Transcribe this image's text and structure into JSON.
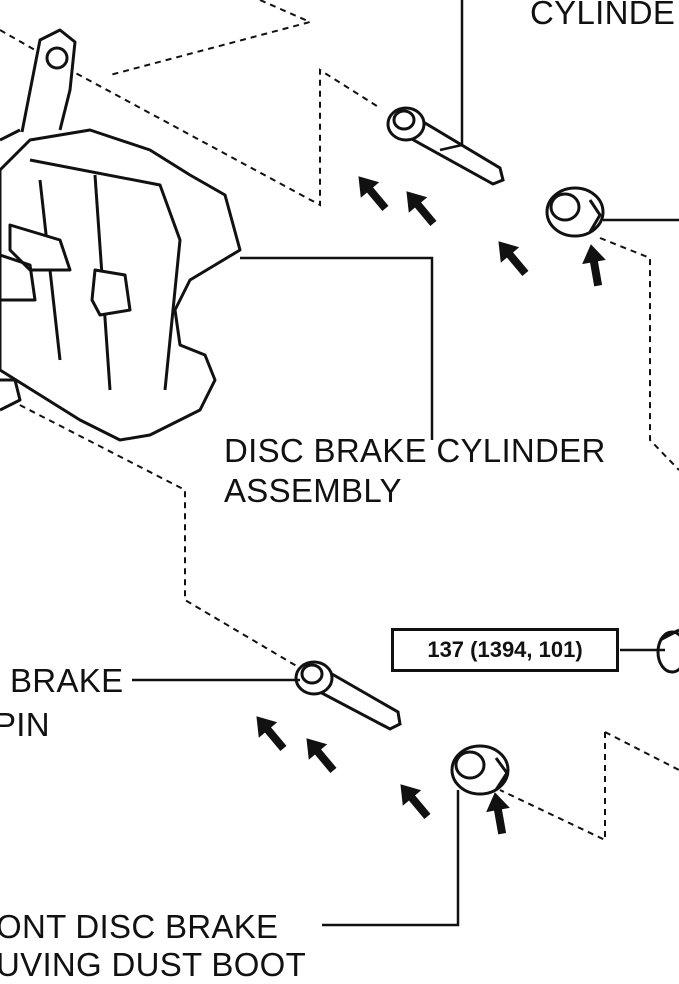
{
  "labels": {
    "top_right": "CYLINDE",
    "cylinder_assembly_line1": "DISC BRAKE CYLINDER",
    "cylinder_assembly_line2": "ASSEMBLY",
    "left_pin_line1": "BRAKE",
    "left_pin_line2": "PIN",
    "bottom_line1": "ONT DISC BRAKE",
    "bottom_line2": "UVING DUST BOOT"
  },
  "torque_spec": "137 (1394, 101)",
  "colors": {
    "ink": "#111111",
    "background": "#ffffff"
  }
}
